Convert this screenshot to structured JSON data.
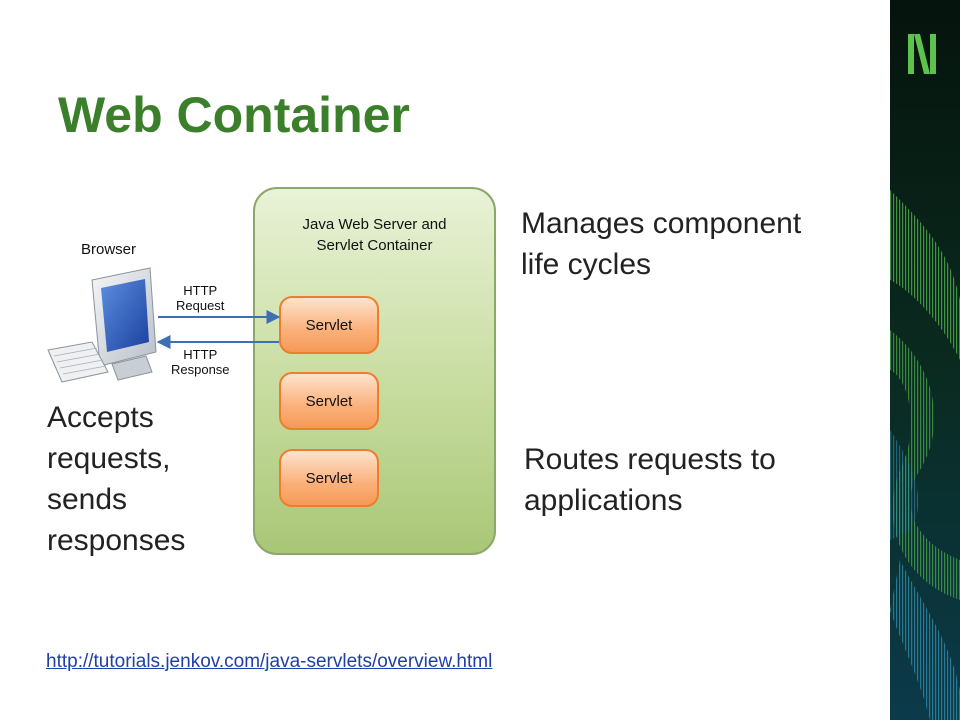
{
  "slide": {
    "title": "Web Container",
    "link_text": "http://tutorials.jenkov.com/java-servlets/overview.html"
  },
  "diagram": {
    "browser_label": "Browser",
    "http_request_label": "HTTP\nRequest",
    "http_response_label": "HTTP\nResponse",
    "container_label": "Java Web Server and\nServlet Container",
    "servlets": [
      "Servlet",
      "Servlet",
      "Servlet"
    ]
  },
  "notes": {
    "top_right": "Manages component\nlife cycles",
    "bottom_left": "Accepts\nrequests,\nsends\nresponses",
    "bottom_right": "Routes requests to\napplications"
  },
  "colors": {
    "title": "#3b7f2b",
    "container_fill": "#c7dc9f",
    "container_border": "#8aa868",
    "servlet_border": "#f07d2b",
    "arrow": "#3f6fb3",
    "link": "#1f3fa6",
    "side_panel": "#0d2a3a"
  }
}
